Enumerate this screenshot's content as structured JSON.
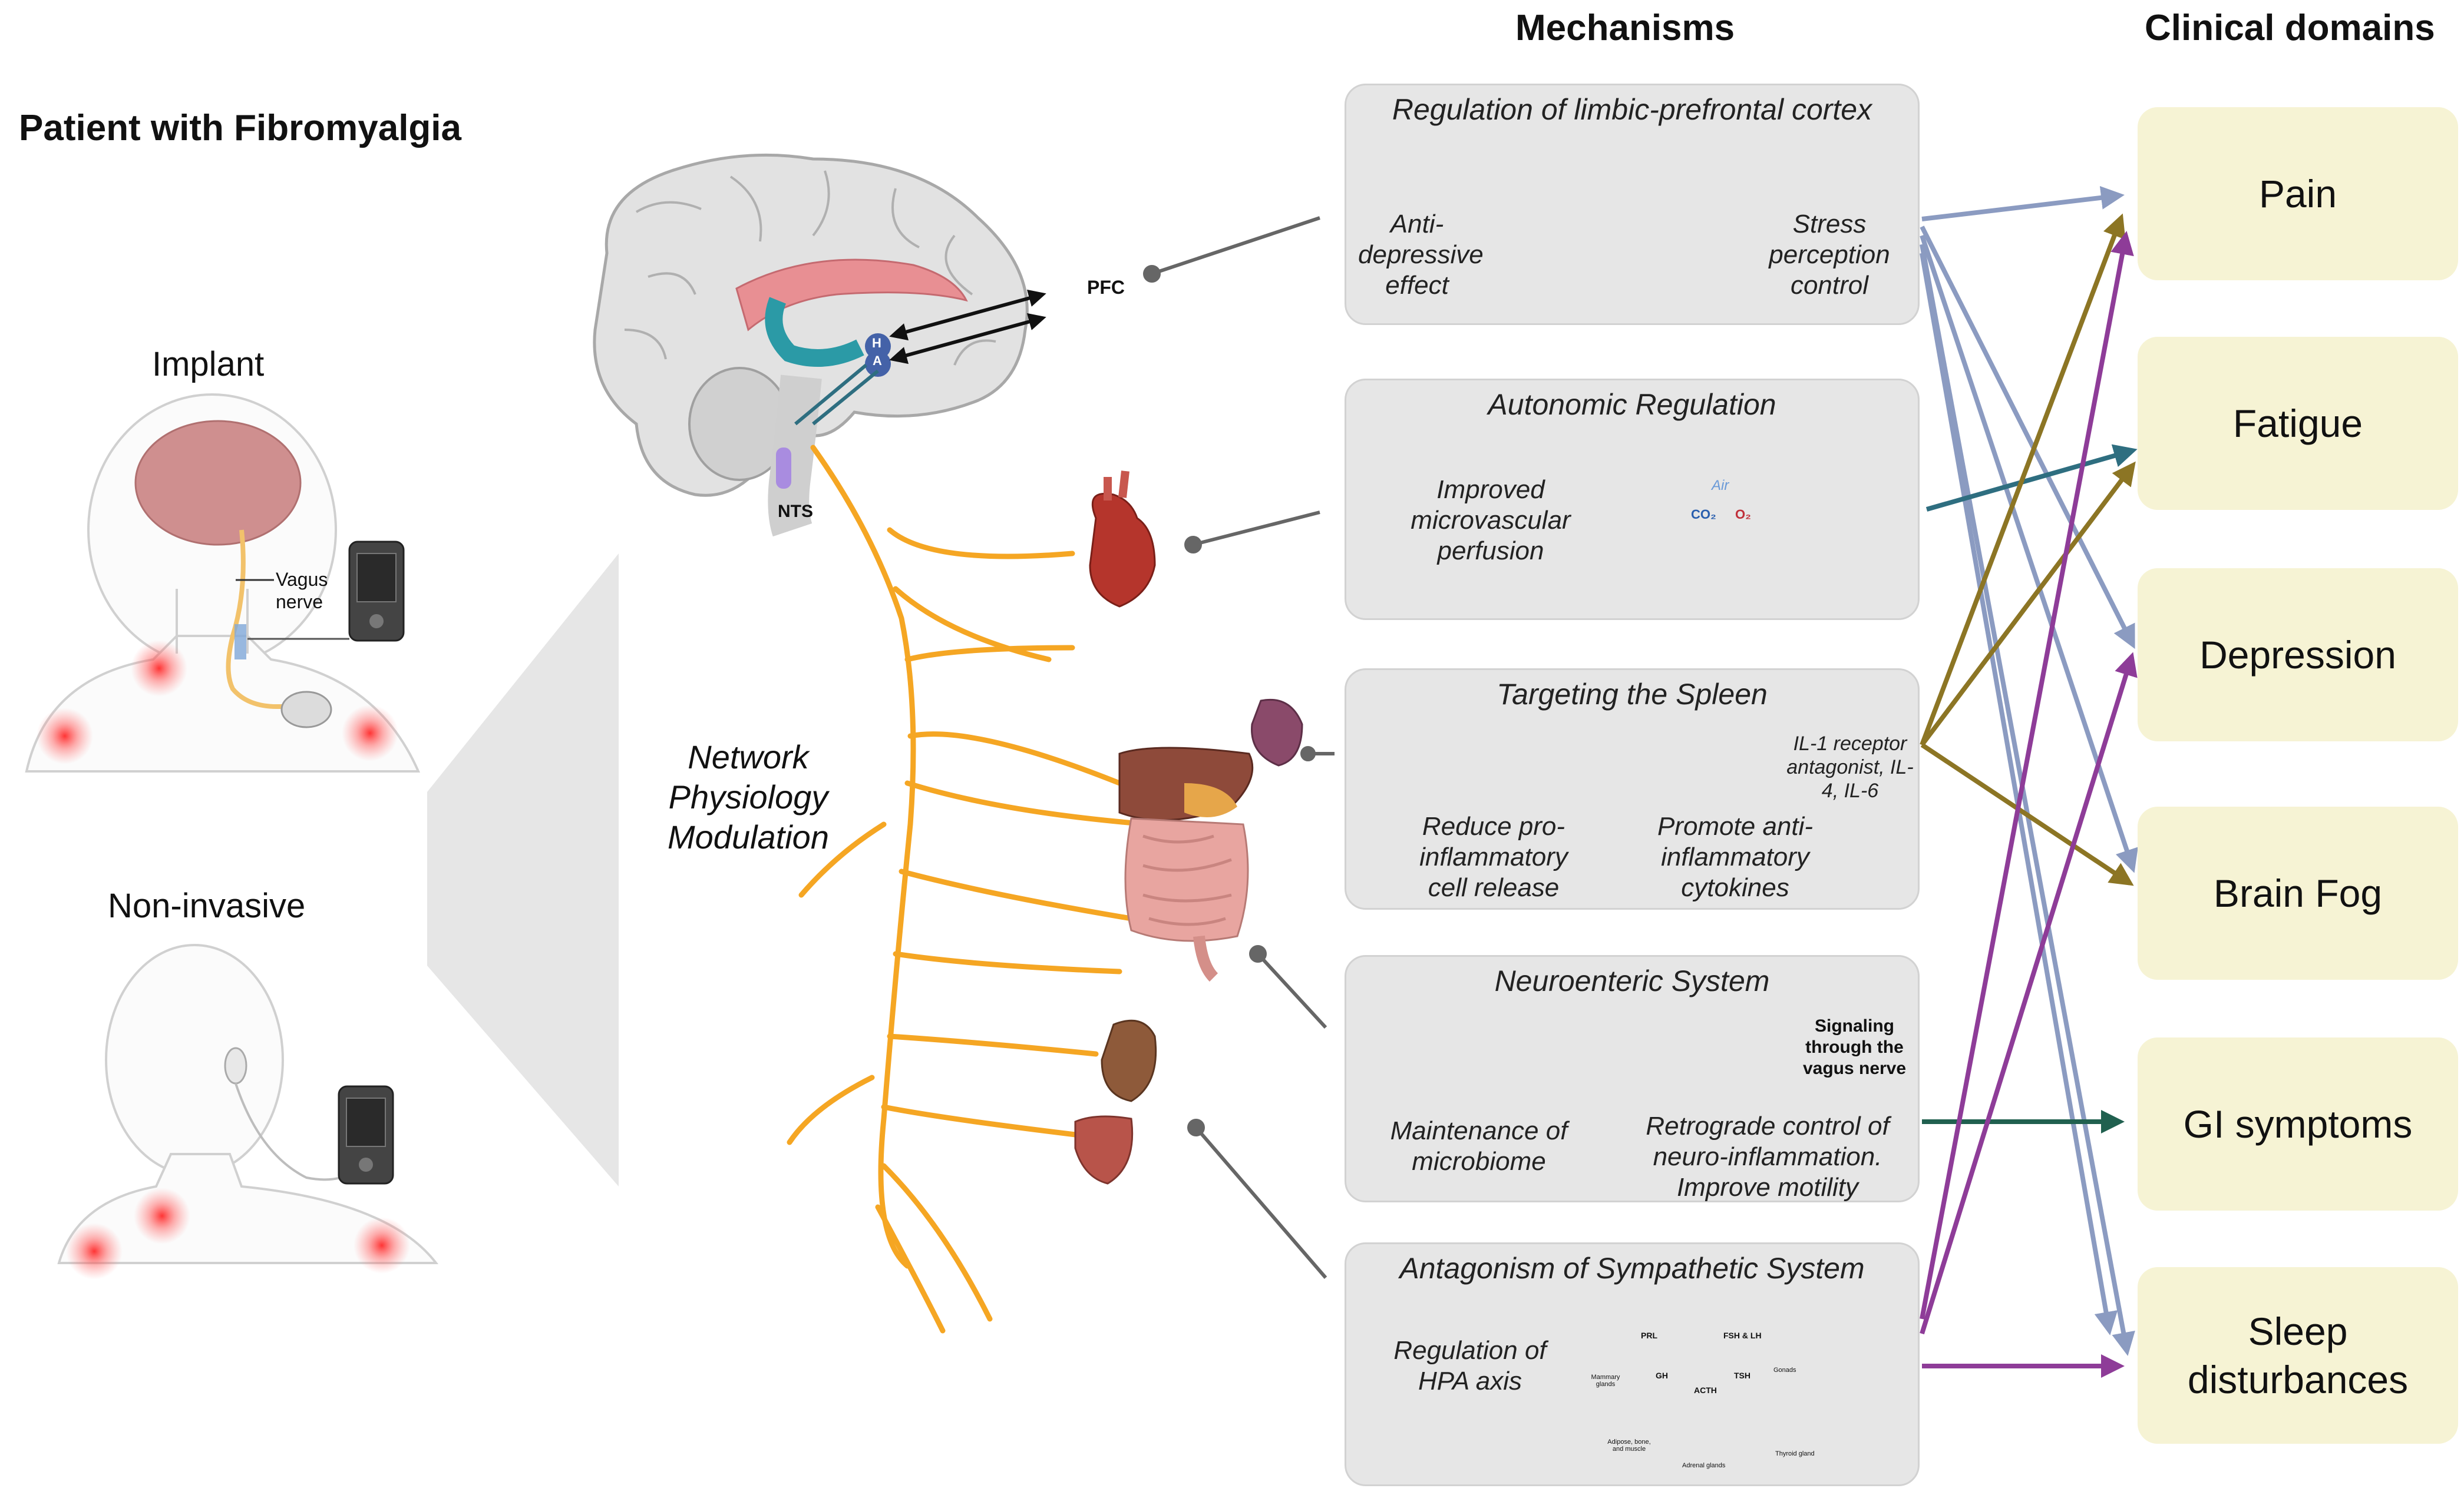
{
  "headings": {
    "patient": "Patient with Fibromyalgia",
    "mechanisms": "Mechanisms",
    "clinical_domains": "Clinical domains"
  },
  "devices": {
    "implant": "Implant",
    "non_invasive": "Non-invasive",
    "vagus_nerve": "Vagus nerve"
  },
  "network_label": "Network Physiology Modulation",
  "brain_labels": {
    "pfc": "PFC",
    "nts": "NTS",
    "h": "H",
    "a": "A"
  },
  "mechanisms": [
    {
      "title": "Regulation of limbic-prefrontal cortex",
      "left_text": "Anti-depressive effect",
      "right_text": "Stress perception control"
    },
    {
      "title": "Autonomic Regulation",
      "left_text": "Improved microvascular perfusion",
      "inset_air": "Air",
      "inset_co2": "CO₂",
      "inset_o2": "O₂"
    },
    {
      "title": "Targeting the Spleen",
      "left_text": "Reduce pro-inflammatory cell release",
      "right_text": "Promote anti-inflammatory cytokines",
      "side_text": "IL-1 receptor antagonist, IL-4, IL-6"
    },
    {
      "title": "Neuroenteric System",
      "left_text": "Maintenance of microbiome",
      "right_text": "Retrograde control of neuro-inflammation. Improve motility",
      "signaling_text": "Signaling through the vagus nerve"
    },
    {
      "title": "Antagonism of Sympathetic System",
      "left_text": "Regulation of HPA axis",
      "hpa_labels": [
        "PRL",
        "FSH & LH",
        "GH",
        "TSH",
        "ACTH",
        "Mammary glands",
        "Gonads",
        "Adipose, bone, and muscle",
        "Adrenal glands",
        "Thyroid gland"
      ]
    }
  ],
  "clinical_domains": [
    "Pain",
    "Fatigue",
    "Depression",
    "Brain Fog",
    "GI symptoms",
    "Sleep disturbances"
  ],
  "colors": {
    "panel_bg": "#e6e6e6",
    "domain_bg": "#f6f3d4",
    "vagus": "#f5a623",
    "arrow_blue_grey": "#8b9bc1",
    "arrow_teal": "#2e6e80",
    "arrow_olive": "#8c7524",
    "arrow_purple": "#8e3c98",
    "arrow_green": "#20604f"
  }
}
